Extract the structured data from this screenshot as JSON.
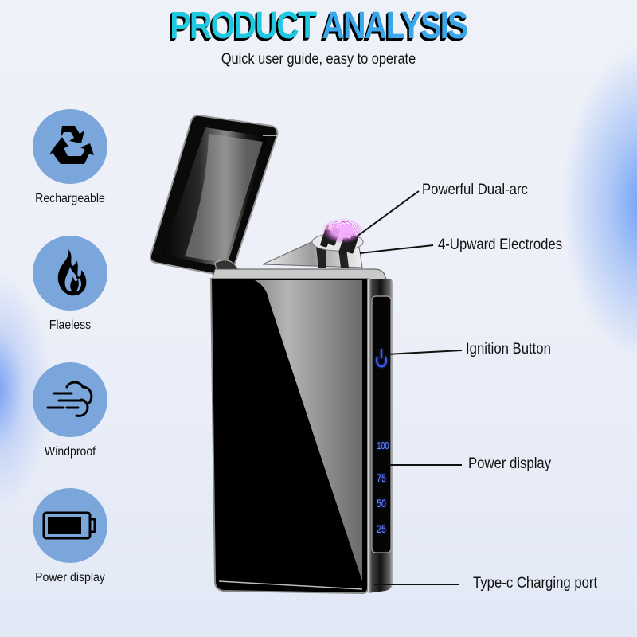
{
  "header": {
    "title_word1": "PRODUCT",
    "title_word2": "ANALYSIS",
    "subtitle": "Quick user guide, easy to operate",
    "colors": {
      "word1": "#1fc9e2",
      "word2": "#3aa7ea",
      "shadow": "#000000"
    }
  },
  "features": [
    {
      "icon": "recycle-icon",
      "label": "Rechargeable"
    },
    {
      "icon": "flame-icon",
      "label": "Flaeless"
    },
    {
      "icon": "wind-icon",
      "label": "Windproof"
    },
    {
      "icon": "battery-icon",
      "label": "Power display"
    }
  ],
  "feature_circle_color": "#7aa6dc",
  "product": {
    "name": "dual-arc electric lighter",
    "battery_levels": [
      "100",
      "75",
      "50",
      "25"
    ],
    "led_color": "#3b5bff",
    "arc_color": "#d23be8"
  },
  "callouts": [
    {
      "label": "Powerful Dual-arc"
    },
    {
      "label": "4-Upward Electrodes"
    },
    {
      "label": "Ignition Button"
    },
    {
      "label": "Power display"
    },
    {
      "label": "Type-c Charging port"
    }
  ]
}
